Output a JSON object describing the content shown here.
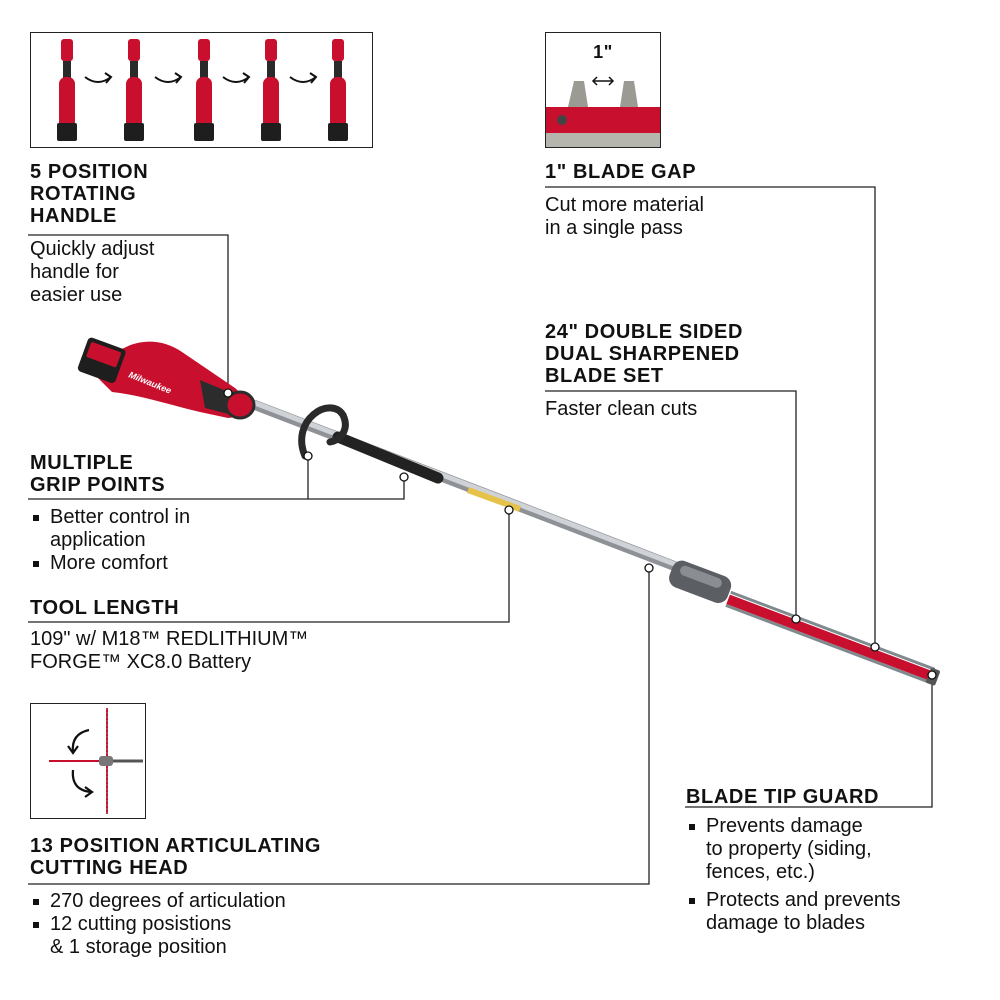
{
  "features": {
    "handle": {
      "title_lines": [
        "5 POSITION",
        "ROTATING",
        "HANDLE"
      ],
      "desc_lines": [
        "Quickly adjust",
        "handle for",
        "easier use"
      ]
    },
    "blade_gap": {
      "inset_label": "1\"",
      "title_lines": [
        "1\" BLADE GAP"
      ],
      "desc_lines": [
        "Cut more material",
        "in a single pass"
      ]
    },
    "blade_set": {
      "title_lines": [
        "24\" DOUBLE SIDED",
        "DUAL SHARPENED",
        "BLADE SET"
      ],
      "desc_lines": [
        "Faster clean cuts"
      ]
    },
    "grip": {
      "title_lines": [
        "MULTIPLE",
        "GRIP POINTS"
      ],
      "bullets": [
        {
          "lines": [
            "Better control in",
            "application"
          ]
        },
        {
          "lines": [
            "More comfort"
          ]
        }
      ]
    },
    "length": {
      "title_lines": [
        "TOOL LENGTH"
      ],
      "desc_lines": [
        "109\" w/ M18™ REDLITHIUM™",
        "FORGE™ XC8.0 Battery"
      ]
    },
    "head": {
      "title_lines": [
        "13 POSITION ARTICULATING",
        "CUTTING HEAD"
      ],
      "bullets": [
        {
          "lines": [
            "270 degrees of articulation"
          ]
        },
        {
          "lines": [
            "12 cutting posistions",
            "& 1 storage position"
          ]
        }
      ]
    },
    "tip_guard": {
      "title_lines": [
        "BLADE TIP GUARD"
      ],
      "bullets": [
        {
          "lines": [
            "Prevents damage",
            "to property (siding,",
            "fences, etc.)"
          ]
        },
        {
          "lines": [
            "Protects and prevents",
            "damage to blades"
          ]
        }
      ]
    }
  },
  "product": {
    "brand_text": "Milwaukee"
  },
  "colors": {
    "brand_red": "#c8102e",
    "text": "#111111",
    "leader_line": "#222222",
    "shaft": "#b9bcc0",
    "dark_grey": "#4a4a4a"
  }
}
